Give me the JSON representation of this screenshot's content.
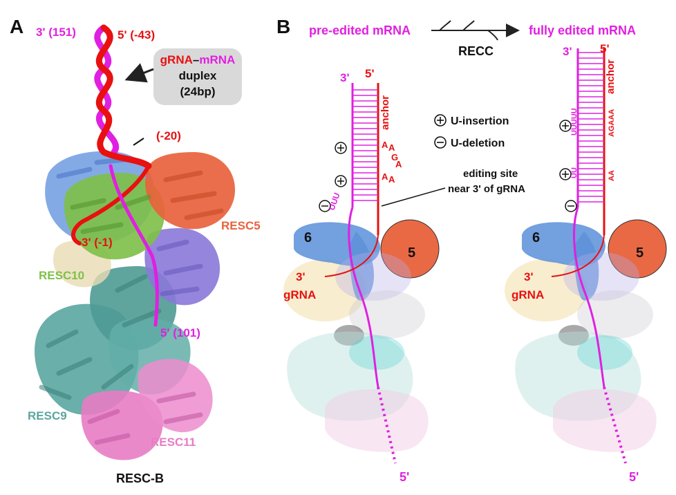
{
  "panel_a": {
    "letter": "A",
    "mrna_3_end": "3' (151)",
    "grna_5_end": "5' (-43)",
    "duplex_grna": "gRNA",
    "duplex_dash": "–",
    "duplex_mrna": "mRNA",
    "duplex_word": "duplex",
    "duplex_bp": "(24bp)",
    "pos_minus20": "(-20)",
    "grna_3_end": "3' (-1)",
    "mrna_5_end": "5' (101)",
    "resc5": "RESC5",
    "resc10": "RESC10",
    "resc9": "RESC9",
    "resc11": "RESC11",
    "complex": "RESC-B"
  },
  "panel_b": {
    "letter": "B",
    "pre_edited": "pre-edited mRNA",
    "fully_edited": "fully edited mRNA",
    "recc": "RECC",
    "legend_insertion": "U-insertion",
    "legend_deletion": "U-deletion",
    "editing_site_line1": "editing site",
    "editing_site_line2": "near 3' of gRNA",
    "left_schematic": {
      "mrna_3": "3'",
      "grna_5": "5'",
      "anchor": "anchor",
      "bases": [
        "A",
        "A",
        "G",
        "A",
        "A",
        "A"
      ],
      "uuu": "UUU",
      "grna_3": "3'",
      "grna_word": "gRNA",
      "resc6": "6",
      "resc5": "5",
      "mrna_5": "5'"
    },
    "right_schematic": {
      "mrna_3": "3'",
      "grna_5": "5'",
      "anchor": "anchor",
      "agaaa": "AGAAA",
      "aa": "AA",
      "uuuuu": "UUUUU",
      "uu": "UU",
      "grna_3": "3'",
      "grna_word": "gRNA",
      "resc6": "6",
      "resc5": "5",
      "mrna_5": "5'"
    }
  },
  "colors": {
    "mrna": "#e020e0",
    "grna": "#e81010",
    "resc5": "#e8623c",
    "resc10": "#7fc04a",
    "resc9": "#5aa6a0",
    "resc11": "#e87cc4",
    "resc6_blue": "#5b8fd8",
    "purple": "#8a78d8"
  }
}
